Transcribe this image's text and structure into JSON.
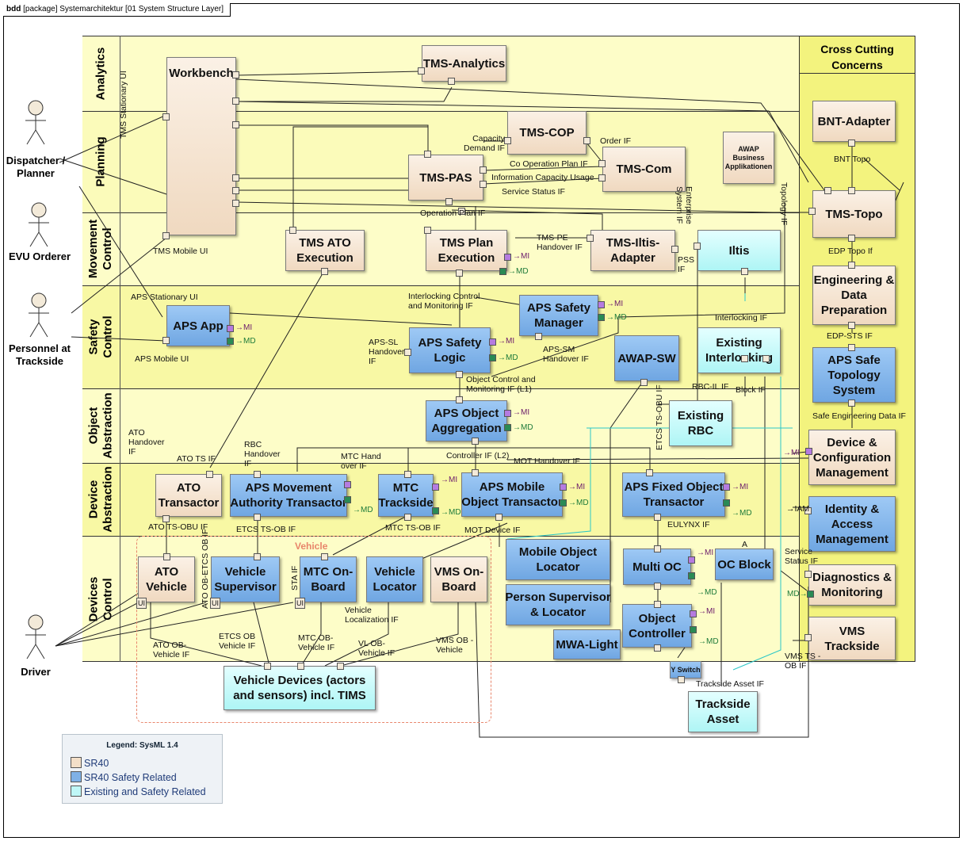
{
  "frame_title_kind": "bdd",
  "frame_title": "[package] Systemarchitektur [01 System Structure Layer]",
  "lanes": {
    "analytics": "Analytics",
    "planning": "Planning",
    "movement": "Movement\nControl",
    "safety": "Safety\nControl",
    "object": "Object\nAbstraction",
    "device": "Device\nAbstraction",
    "devices": "Devices\nControl"
  },
  "cross_cutting": {
    "title": "Cross Cutting\nConcerns",
    "blocks": {
      "bnt_adapter": "BNT-Adapter",
      "tms_topo": "TMS-Topo",
      "engineering": "Engineering &\nData\nPreparation",
      "aps_safe_topology": "APS Safe\nTopology\nSystem",
      "device_config": "Device &\nConfiguration\nManagement",
      "identity_access": "Identity &\nAccess\nManagement",
      "diagnostics": "Diagnostics &\nMonitoring",
      "vms_trackside": "VMS\nTrackside"
    }
  },
  "actors": {
    "dispatcher": "Dispatcher /\nPlanner",
    "evu": "EVU Orderer",
    "personnel": "Personnel at\nTrackside",
    "driver": "Driver"
  },
  "blocks": {
    "workbench": "Workbench",
    "tms_analytics": "TMS-Analytics",
    "tms_cop": "TMS-COP",
    "tms_pas": "TMS-PAS",
    "tms_com": "TMS-Com",
    "awap_business": "AWAP\nBusiness\nApplikationen",
    "tms_ato_execution": "TMS ATO\nExecution",
    "tms_plan_execution": "TMS Plan\nExecution",
    "tms_iltis_adapter": "TMS-Iltis-\nAdapter",
    "iltis": "Iltis",
    "aps_app": "APS App",
    "aps_safety_manager": "APS Safety\nManager",
    "aps_safety_logic": "APS Safety\nLogic",
    "awap_sw": "AWAP-SW",
    "existing_interlocking": "Existing\nInterlocking",
    "aps_object_aggregation": "APS Object\nAggregation",
    "existing_rbc": "Existing\nRBC",
    "ato_transactor": "ATO\nTransactor",
    "aps_movement_authority": "APS Movement\nAuthority Transactor",
    "mtc_trackside": "MTC\nTrackside",
    "aps_mobile_object": "APS Mobile\nObject Transactor",
    "aps_fixed_object": "APS Fixed Object\nTransactor",
    "ato_vehicle": "ATO\nVehicle",
    "vehicle_supervisor": "Vehicle\nSupervisor",
    "mtc_onboard": "MTC On-\nBoard",
    "vehicle_locator": "Vehicle\nLocator",
    "vms_onboard": "VMS On-\nBoard",
    "mobile_object_locator": "Mobile Object\nLocator",
    "person_supervisor": "Person Supervisor\n& Locator",
    "mwa_light": "MWA-Light",
    "multi_oc": "Multi OC",
    "oc_block": "OC Block",
    "object_controller": "Object\nController",
    "y_switch": "Y Switch",
    "trackside_asset": "Trackside\nAsset",
    "vehicle_devices": "Vehicle Devices (actors\nand sensors) incl. TIMS"
  },
  "vehicle_group_label": "Vehicle",
  "interfaces": {
    "tms_stationary_ui": "TMS Stationary UI",
    "tms_mobile_ui": "TMS Mobile UI",
    "capacity_demand": "Capacity\nDemand IF",
    "order_if": "Order IF",
    "co_operation_plan": "Co Operation Plan IF",
    "info_capacity_usage": "Information Capacity Usage",
    "service_status": "Service Status IF",
    "enterprise_system": "Enterprise\nSystem IF",
    "operation_plan": "Operation Plan IF",
    "tms_pe_handover": "TMS-PE\nHandover IF",
    "pss_if": "PSS\nIF",
    "topology_if": "Topology IF",
    "bnt_topo": "BNT Topo",
    "edp_topo": "EDP Topo If",
    "aps_stationary_ui": "APS Stationary UI",
    "aps_mobile_ui": "APS Mobile UI",
    "interlocking_control": "Interlocking Control\nand Monitoring IF",
    "aps_sl_handover": "APS-SL\nHandover\nIF",
    "aps_sm_handover": "APS-SM\nHandover IF",
    "interlocking_if": "Interlocking IF",
    "object_control": "Object Control and\nMonitoring IF (L1)",
    "rbc_il": "RBC-IL IF",
    "block_if": "Block IF",
    "etcs_ts_obu": "ETCS TS-OBU IF",
    "edp_sts": "EDP-STS IF",
    "safe_engineering": "Safe Engineering Data IF",
    "ato_handover": "ATO\nHandover\nIF",
    "ato_ts": "ATO TS IF",
    "rbc_handover": "RBC\nHandover\nIF",
    "mtc_handover": "MTC Hand\nover IF",
    "controller_l2": "Controller IF (L2)",
    "mot_handover": "MOT Handover IF",
    "ato_ts_obu": "ATO TS-OBU IF",
    "etcs_ts_ob": "ETCS TS-OB IF",
    "mtc_ts_ob": "MTC TS-OB IF",
    "mot_device": "MOT Device IF",
    "eulynx": "EULYNX IF",
    "service_status_if2": "Service\nStatus IF",
    "iam": "IAM",
    "mi": "MI",
    "md": "MD",
    "ato_ob_etcs": "ATO OB-ETCS OB IF",
    "sta_if": "STA IF",
    "vehicle_localization": "Vehicle\nLocalization IF",
    "ato_ob_vehicle": "ATO OB-\nVehicle IF",
    "etcs_ob_vehicle": "ETCS OB\nVehicle IF",
    "mtc_ob_vehicle": "MTC OB-\nVehicle IF",
    "vl_ob_vehicle": "VL OB-\nVehicle IF",
    "vms_ob_vehicle": "VMS OB -\nVehicle",
    "trackside_asset_if": "Trackside Asset IF",
    "vms_ts_ob": "VMS TS -\nOB IF",
    "ui": "UI",
    "a": "A"
  },
  "legend": {
    "title": "Legend: SysML 1.4",
    "items": [
      {
        "label": "SR40",
        "color": "#f3dfc8"
      },
      {
        "label": "SR40 Safety Related",
        "color": "#7fb1e6"
      },
      {
        "label": "Existing and Safety Related",
        "color": "#bff7f7"
      }
    ]
  },
  "colors": {
    "lane_fill": "#fdfdc8",
    "cross_fill": "#f0f07a",
    "port_mi": "#b57be0",
    "port_md": "#2a8a55",
    "vehicle_group": "#e8856b"
  }
}
